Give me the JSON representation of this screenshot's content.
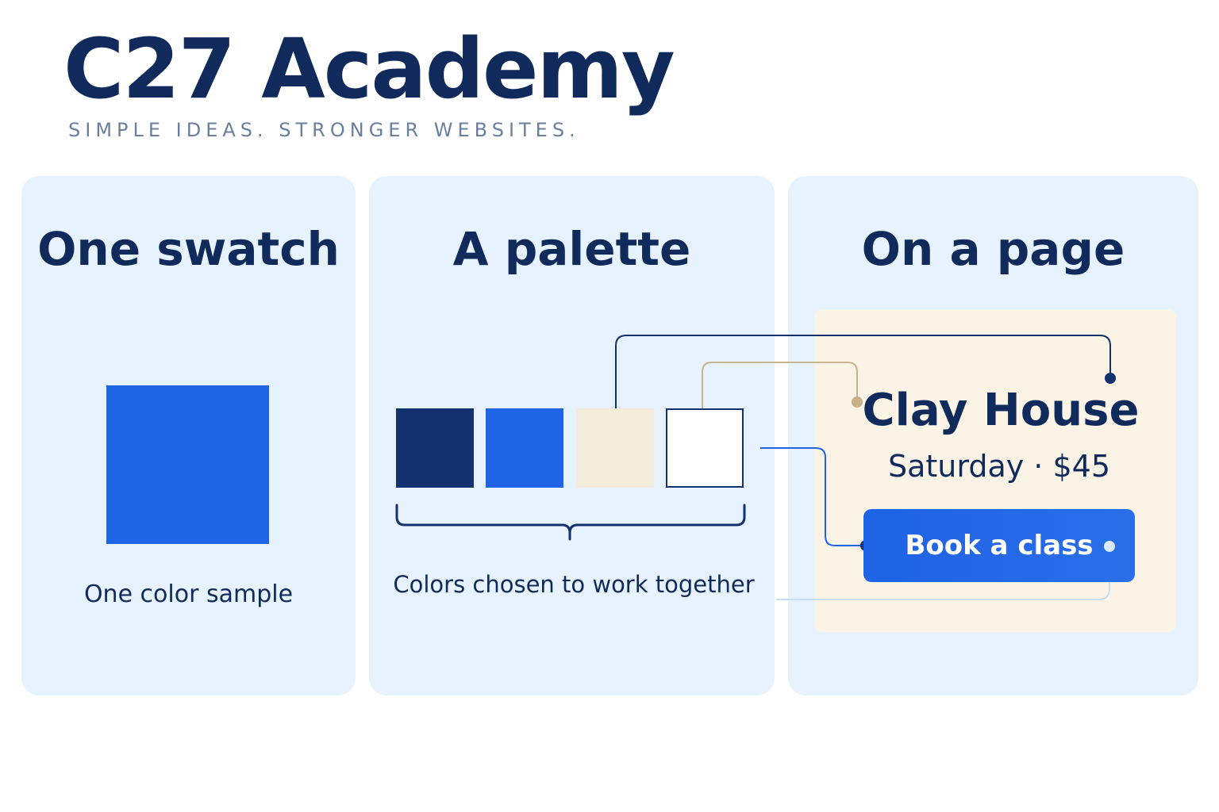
{
  "header": {
    "title": "C27 Academy",
    "tagline": "SIMPLE IDEAS. STRONGER WEBSITES."
  },
  "panels": [
    {
      "heading": "One swatch",
      "caption": "One color sample"
    },
    {
      "heading": "A palette",
      "caption": "Colors chosen to work together"
    },
    {
      "heading": "On a page"
    }
  ],
  "swatch": {
    "color": "#1f63e6"
  },
  "palette": {
    "colors": [
      "#13306f",
      "#1f63e6",
      "#f4ecda",
      "#ffffff"
    ]
  },
  "page_mock": {
    "title": "Clay House",
    "subtitle": "Saturday · $45",
    "button_label": "Book a class",
    "background": "#fbf4e6"
  }
}
